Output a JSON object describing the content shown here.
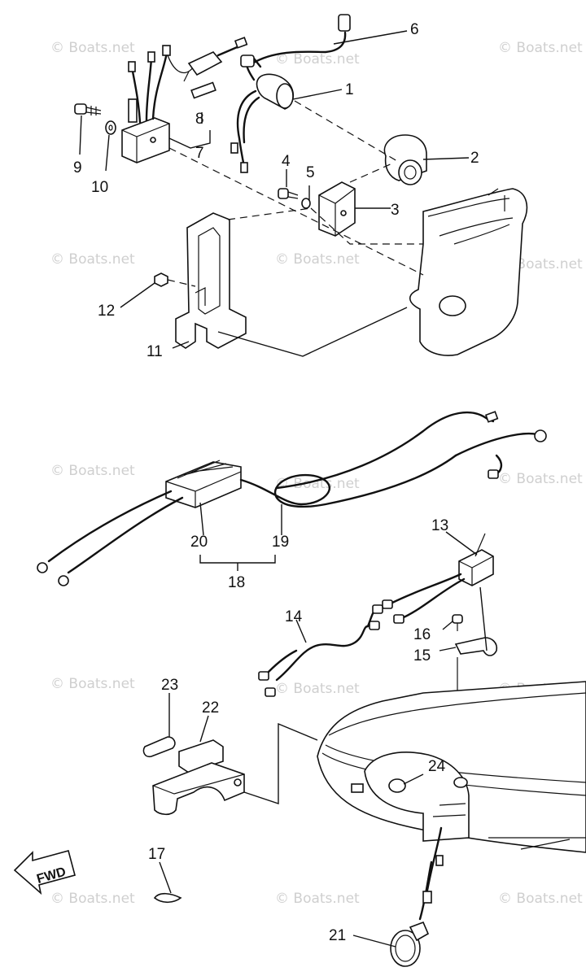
{
  "watermark": "© Boats.net",
  "fwd_label": "FWD",
  "callouts": {
    "c1": "1",
    "c2": "2",
    "c3": "3",
    "c4": "4",
    "c5": "5",
    "c6": "6",
    "c7": "7",
    "c8": "8",
    "c9": "9",
    "c10": "10",
    "c11": "11",
    "c12": "12",
    "c13": "13",
    "c14": "14",
    "c15": "15",
    "c16": "16",
    "c17": "17",
    "c18": "18",
    "c19": "19",
    "c20": "20",
    "c21": "21",
    "c22": "22",
    "c23": "23",
    "c24": "24"
  }
}
